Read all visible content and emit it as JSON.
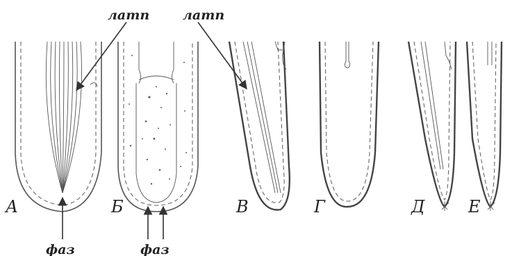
{
  "labels": {
    "latp_left": "латп",
    "latp_right": "латп",
    "faz_left": "фаз",
    "faz_right": "фаз"
  },
  "panels": [
    "А",
    "Б",
    "В",
    "Г",
    "Д",
    "Е"
  ]
}
